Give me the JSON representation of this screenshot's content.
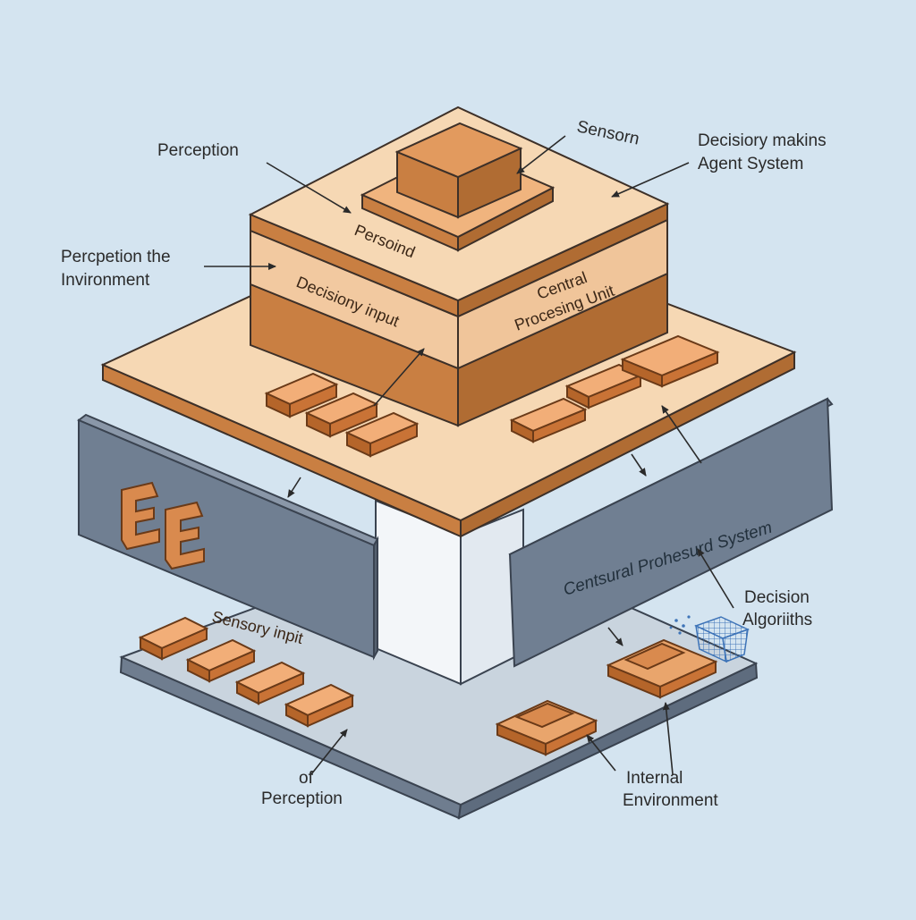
{
  "colors": {
    "background": "#d4e4f0",
    "tan_top": "#f6d8b4",
    "tan_light": "#f2c9a0",
    "orange": "#c97f42",
    "orange_dark": "#8c4f22",
    "brick": "#d98a4e",
    "panel_slate": "#707f92",
    "panel_light": "#c9d4de",
    "outline": "#3d3028"
  },
  "icons": [
    "ee-letters-icon",
    "mesh-cube-icon"
  ],
  "labels": {
    "perception_top": "Perception",
    "sensorn": "Sensorn",
    "decision_line1": "Decisiory makins",
    "decision_line2": "Agent System",
    "perception_env_line1": "Percpetion the",
    "perception_env_line2": "Invironment",
    "decision_algorithms_line1": "Decision",
    "decision_algorithms_line2": "Algoriiths",
    "internal_env_line1": "Internal",
    "internal_env_line2": "Environment",
    "of_perception_line1": "of",
    "of_perception_line2": "Perception"
  },
  "inner_labels": {
    "persoind": "Persoind",
    "decisiony_input": "Decisiony input",
    "central_line1": "Central",
    "central_line2": "Procesing Unit",
    "sensory_input": "Sensory inpit",
    "panel_right": "Centsural Prohesurd System"
  }
}
